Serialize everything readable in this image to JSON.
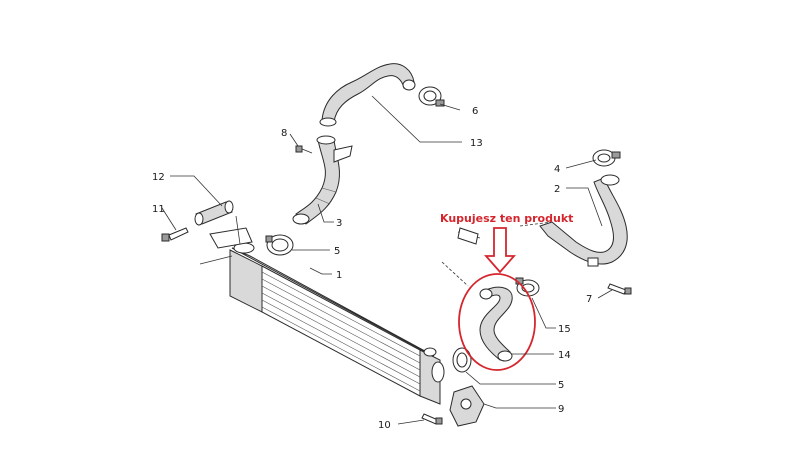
{
  "colors": {
    "highlight": "#d5262e",
    "line": "#2b2b2b",
    "part_fill": "#d9d9d9"
  },
  "callout": {
    "text": "Kupujesz ten produkt"
  },
  "labels": {
    "p1": "1",
    "p2": "2",
    "p3": "3",
    "p4": "4",
    "p5a": "5",
    "p5b": "5",
    "p6": "6",
    "p7": "7",
    "p8": "8",
    "p9": "9",
    "p10": "10",
    "p11": "11",
    "p12": "12",
    "p13": "13",
    "p14": "14",
    "p15": "15"
  }
}
